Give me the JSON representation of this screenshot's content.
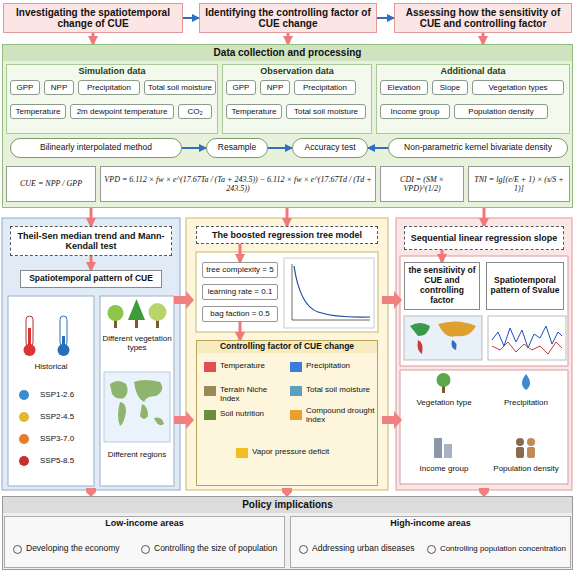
{
  "diagram": {
    "nodes": [
      {
        "text": [
          "Investigating the spatiotemporal change of CUE"
        ]
      },
      {
        "text": [
          "Identifying the controlling factor of CUE change"
        ]
      },
      {
        "text": [
          "Assessing how the sensitivity of CUE and controlling factor"
        ]
      },
      {
        "text": [
          "Data collection and processing"
        ]
      },
      {
        "text": [
          "Simulation data"
        ],
        "in": 3
      },
      {
        "text": [
          "GPP"
        ],
        "in": 4
      },
      {
        "text": [
          "NPP"
        ],
        "in": 4
      },
      {
        "text": [
          "Precipitation"
        ],
        "in": 4
      },
      {
        "text": [
          "Total soil moisture"
        ],
        "in": 4
      },
      {
        "text": [
          "Temperature"
        ],
        "in": 4
      },
      {
        "text": [
          "2m dewpoint temperature"
        ],
        "in": 4
      },
      {
        "text": [
          "CO₂"
        ],
        "in": 4
      },
      {
        "text": [
          "Observation data"
        ],
        "in": 3
      },
      {
        "text": [
          "GPP"
        ],
        "in": 12
      },
      {
        "text": [
          "NPP"
        ],
        "in": 12
      },
      {
        "text": [
          "Precipitation"
        ],
        "in": 12
      },
      {
        "text": [
          "Temperature"
        ],
        "in": 12
      },
      {
        "text": [
          "Total soil moisture"
        ],
        "in": 12
      },
      {
        "text": [
          "Additional data"
        ],
        "in": 3
      },
      {
        "text": [
          "Elevation"
        ],
        "in": 18
      },
      {
        "text": [
          "Slope"
        ],
        "in": 18
      },
      {
        "text": [
          "Vegetation types"
        ],
        "in": 18
      },
      {
        "text": [
          "Income group"
        ],
        "in": 18
      },
      {
        "text": [
          "Population density"
        ],
        "in": 18
      },
      {
        "text": [
          "Bilinearly interpolated method"
        ],
        "in": 3
      },
      {
        "text": [
          "Resample"
        ],
        "in": 3
      },
      {
        "text": [
          "Accuracy test"
        ],
        "in": 3
      },
      {
        "text": [
          "Non-parametric kernel bivariate density"
        ],
        "in": 3
      },
      {
        "text": [
          "CUE = NPP / GPP"
        ],
        "in": 3
      },
      {
        "text": [
          "VPD = 6.112 × fw × e^(17.67Ta / (Ta + 243.5)) − 6.112 × fw × e^(17.67Td / (Td + 243.5))"
        ],
        "in": 3
      },
      {
        "text": [
          "CDI = (SM × VPD)^(1/2)"
        ],
        "in": 3
      },
      {
        "text": [
          "TNI = lg[(e/E + 1) × (s/S + 1)]"
        ],
        "in": 3
      },
      {
        "text": [
          "Theil-Sen median trend and Mann-Kendall test"
        ]
      },
      {
        "text": [
          "Spatiotemporal pattern of CUE"
        ]
      },
      {
        "text": [
          "The boosted regression tree model"
        ]
      },
      {
        "text": [
          "tree complexity = 5"
        ]
      },
      {
        "text": [
          "learning rate = 0.1"
        ]
      },
      {
        "text": [
          "bag faction = 0.5"
        ]
      },
      {
        "text": [
          "Controlling factor of CUE change"
        ]
      },
      {
        "text": [
          "Sequential linear regression slope"
        ]
      },
      {
        "text": [
          "the sensitivity of CUE and controlling factor"
        ]
      },
      {
        "text": [
          "Spatiotemporal pattern of Svalue"
        ]
      },
      {
        "text": [
          "Policy implications"
        ]
      },
      {
        "text": [
          "Low-income areas"
        ],
        "in": 42
      },
      {
        "text": [
          "Developing the economy"
        ],
        "in": 43
      },
      {
        "text": [
          "Controlling the size of population"
        ],
        "in": 43
      },
      {
        "text": [
          "High-income areas"
        ],
        "in": 42
      },
      {
        "text": [
          "Addressing urban diseases"
        ],
        "in": 46
      },
      {
        "text": [
          "Controlling population concentration"
        ],
        "in": 46
      }
    ],
    "edges": [
      {
        "from": 0,
        "to": 1,
        "arrow": "to"
      },
      {
        "from": 1,
        "to": 2,
        "arrow": "to"
      },
      {
        "from": 0,
        "to": 3,
        "arrow": "to"
      },
      {
        "from": 1,
        "to": 3,
        "arrow": "to"
      },
      {
        "from": 2,
        "to": 3,
        "arrow": "to"
      },
      {
        "from": 3,
        "to": 32,
        "arrow": "to"
      },
      {
        "from": 3,
        "to": 34,
        "arrow": "to"
      },
      {
        "from": 3,
        "to": 39,
        "arrow": "to"
      },
      {
        "from": 24,
        "to": 25,
        "arrow": "to"
      },
      {
        "from": 25,
        "to": 26,
        "arrow": "to"
      },
      {
        "from": 27,
        "to": 26,
        "arrow": "to"
      },
      {
        "from": 32,
        "to": 33,
        "arrow": "to"
      },
      {
        "from": 34,
        "to": 35,
        "arrow": "to"
      },
      {
        "from": 37,
        "to": 38,
        "arrow": "to"
      },
      {
        "from": 39,
        "to": 40,
        "arrow": "to"
      }
    ],
    "labels": [
      "Historical",
      "SSP1-2.6",
      "SSP2-4.5",
      "SSP3-7.0",
      "SSP5-8.5",
      "Different vegetation types",
      "Different regions",
      "Temperature",
      "Precipitation",
      "Terrain Niche Index",
      "Total soil moisture",
      "Soil nutrition",
      "Compound drought index",
      "Vapor pressure deficit",
      "Vegetation type",
      "Precipitation",
      "Income group",
      "Population density"
    ]
  }
}
